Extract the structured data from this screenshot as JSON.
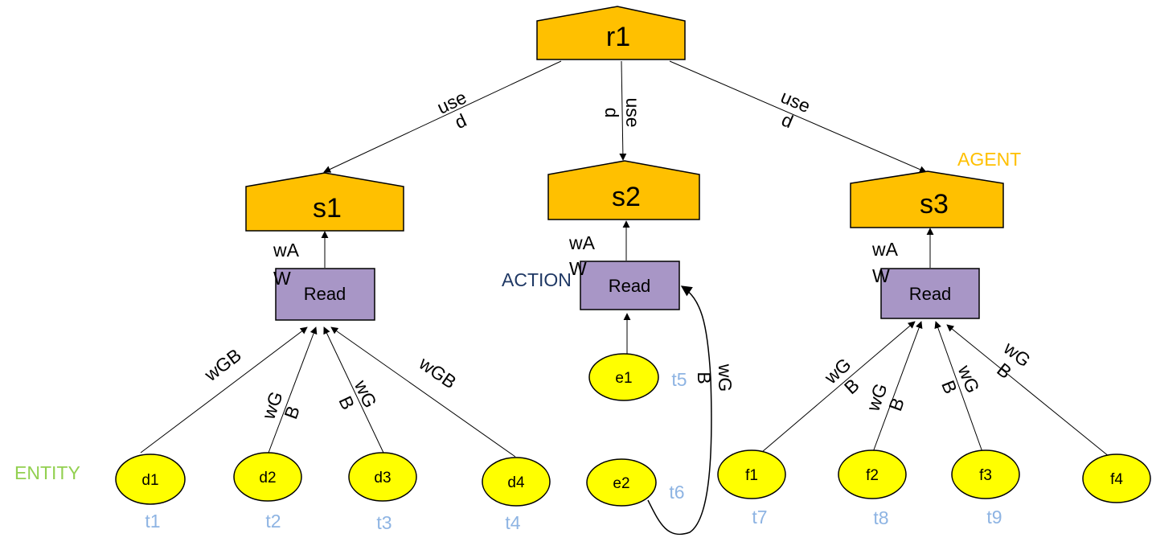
{
  "colors": {
    "agent_fill": "#FFC000",
    "action_fill": "#A896C6",
    "entity_fill": "#FFFF00",
    "time_text": "#8EB4E3",
    "entity_legend": "#92D050",
    "action_legend": "#1F3864",
    "agent_legend": "#FFC000"
  },
  "legend": {
    "agent": "AGENT",
    "action": "ACTION",
    "entity": "ENTITY"
  },
  "agents": [
    {
      "id": "r1",
      "label": "r1"
    },
    {
      "id": "s1",
      "label": "s1"
    },
    {
      "id": "s2",
      "label": "s2"
    },
    {
      "id": "s3",
      "label": "s3"
    }
  ],
  "actions": [
    {
      "id": "read1",
      "label": "Read"
    },
    {
      "id": "read2",
      "label": "Read"
    },
    {
      "id": "read3",
      "label": "Read"
    }
  ],
  "entities": [
    {
      "id": "d1",
      "label": "d1",
      "time": "t1"
    },
    {
      "id": "d2",
      "label": "d2",
      "time": "t2"
    },
    {
      "id": "d3",
      "label": "d3",
      "time": "t3"
    },
    {
      "id": "d4",
      "label": "d4",
      "time": "t4"
    },
    {
      "id": "e1",
      "label": "e1",
      "time": "t5"
    },
    {
      "id": "e2",
      "label": "e2",
      "time": "t6"
    },
    {
      "id": "f1",
      "label": "f1",
      "time": "t7"
    },
    {
      "id": "f2",
      "label": "f2",
      "time": "t8"
    },
    {
      "id": "f3",
      "label": "f3",
      "time": "t9"
    },
    {
      "id": "f4",
      "label": "f4",
      "time": ""
    }
  ],
  "edges": {
    "used_lines": [
      "use",
      "d"
    ],
    "waw_lines": [
      "wA",
      "W"
    ],
    "wgb_single": "wGB",
    "wgb_split": [
      "wG",
      "B"
    ]
  }
}
